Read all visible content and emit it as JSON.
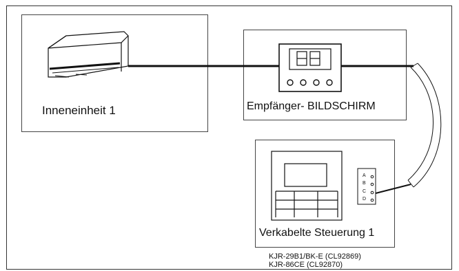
{
  "indoor_unit": {
    "label": "Inneneinheit 1"
  },
  "receiver": {
    "label": "Empfänger- BILDSCHIRM",
    "display": "88"
  },
  "wired_controller": {
    "label": "Verkabelte Steuerung 1",
    "models": [
      "KJR-29B1/BK-E (CL92869)",
      "KJR-86CE (CL92870)"
    ],
    "terminals": [
      "A",
      "B",
      "C",
      "D"
    ]
  }
}
